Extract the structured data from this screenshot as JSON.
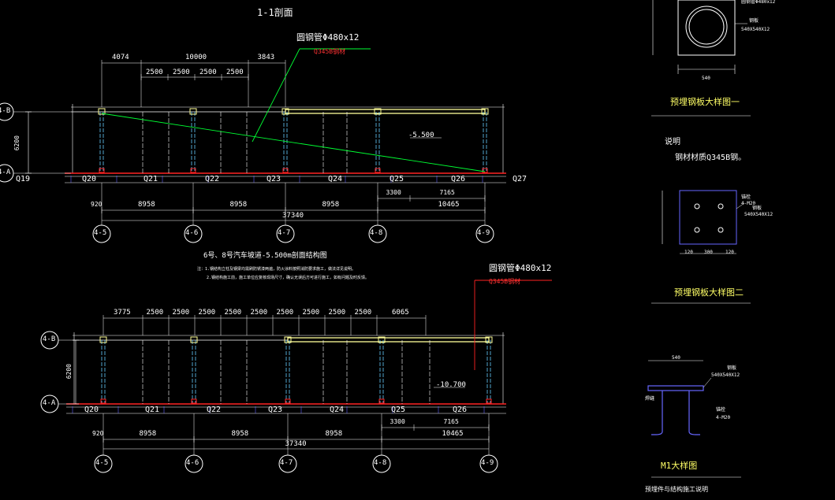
{
  "section_top": {
    "title": "1-1剖面",
    "pipe_label": "圆钢管Φ480x12",
    "pipe_material": "Q345B钢材",
    "elevation": "-5.500",
    "height": "6200",
    "rows": [
      "4-B",
      "4-A"
    ],
    "dims_top": [
      "4074",
      "10000",
      "3843"
    ],
    "dims_sub": [
      "2500",
      "2500",
      "2500",
      "2500"
    ],
    "members": [
      "Q19",
      "Q20",
      "Q21",
      "Q22",
      "Q23",
      "Q24",
      "Q25",
      "Q26",
      "Q27"
    ],
    "dims_bottom_right": [
      "3300",
      "7165"
    ],
    "dims_bottom": [
      "920",
      "8958",
      "8958",
      "8958",
      "10465"
    ],
    "total": "37340",
    "axes": [
      "4-5",
      "4-6",
      "4-7",
      "4-8",
      "4-9"
    ]
  },
  "section_bottom": {
    "title": "6号、8号汽车坡道-5.500m剖面结构图",
    "note1": "注：1.钢结构立柱及钢梁均需刷防锈漆两遍，防火涂料按照消防要求施工，做法详见说明。",
    "note2": "2.钢结构施工前，施工单位应复核现场尺寸，确认无误后方可进行施工，如有问题及时反馈。",
    "pipe_label": "圆钢管Φ480x12",
    "pipe_material": "Q345B钢材",
    "elevation": "-10.700",
    "height": "6200",
    "rows": [
      "4-B",
      "4-A"
    ],
    "dims_top": [
      "3775",
      "2500",
      "2500",
      "2500",
      "2500",
      "2500",
      "2500",
      "2500",
      "2500",
      "2500",
      "6065"
    ],
    "members": [
      "Q20",
      "Q21",
      "Q22",
      "Q23",
      "Q24",
      "Q25",
      "Q26"
    ],
    "dims_bottom_right": [
      "3300",
      "7165"
    ],
    "dims_bottom": [
      "920",
      "8958",
      "8958",
      "8958",
      "10465"
    ],
    "total": "37340",
    "axes": [
      "4-5",
      "4-6",
      "4-7",
      "4-8",
      "4-9"
    ]
  },
  "detail1": {
    "title": "预埋钢板大样图一",
    "note_top": "圆钢管Φ480x12",
    "label_plate": "钢板",
    "label_size": "540X540X12",
    "dim": "540"
  },
  "detail2": {
    "header": "说明",
    "material_note": "钢材材质Q345B钢。",
    "title": "预埋钢板大样图二",
    "label_anchor": "锚栓",
    "label_anchor_size": "4-M20",
    "label_plate": "钢板",
    "label_size": "540X540X12",
    "dims": [
      "120",
      "300",
      "120"
    ]
  },
  "detail3": {
    "title": "M1大样图",
    "label_plate": "钢板",
    "label_size": "540X540X12",
    "label_weld": "焊缝",
    "label_anchor": "锚栓",
    "label_anchor_size": "4-M20",
    "dim_top": "540",
    "footnote": "预埋件与结构施工说明"
  },
  "colors": {
    "background": "#000000",
    "dim": "#ffffff",
    "beam_yellow": "#ffff99",
    "column_cyan": "#66ccff",
    "slab_red": "#ff2222",
    "leader_green": "#00ff33",
    "purple": "#6666ff"
  }
}
